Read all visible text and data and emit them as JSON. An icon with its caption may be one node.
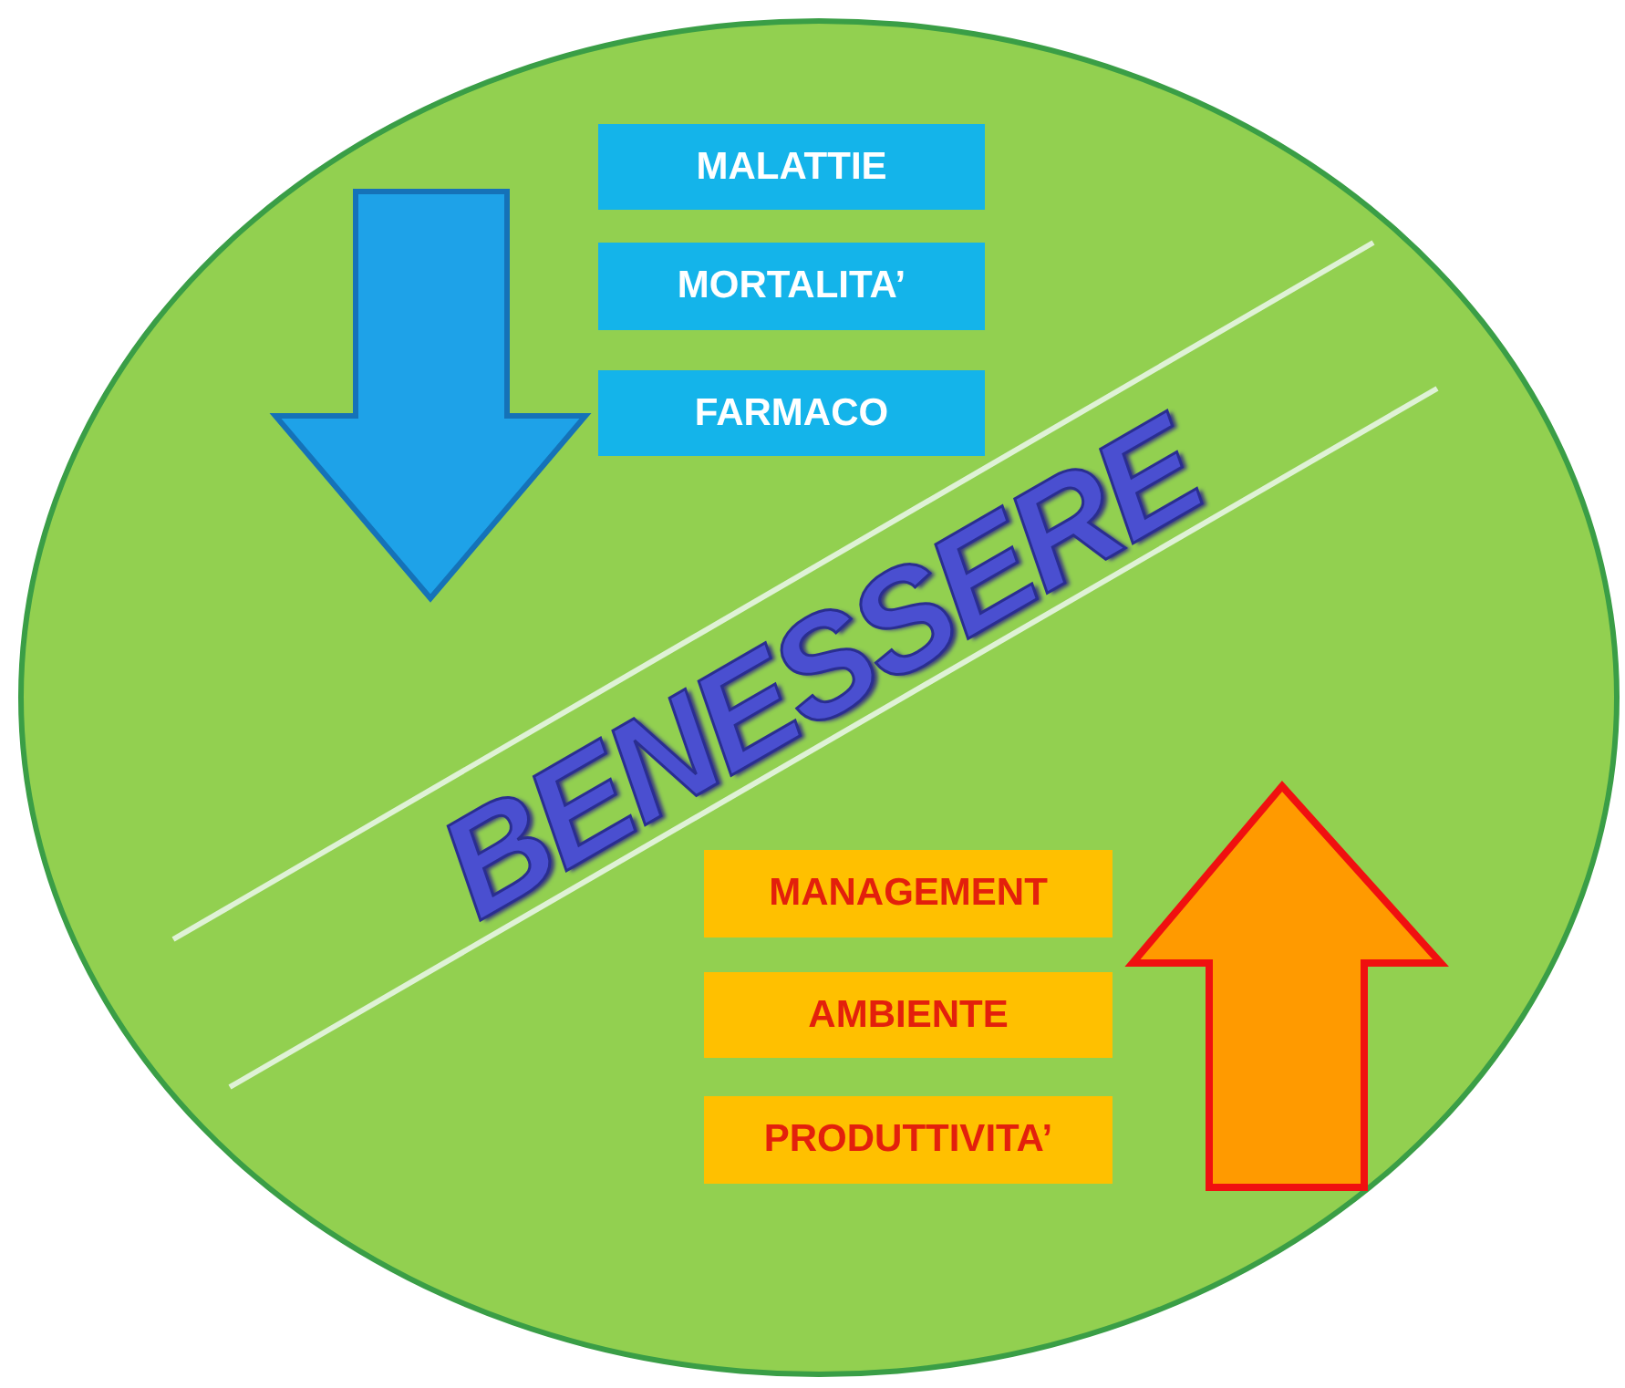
{
  "diagram": {
    "nodes": [
      {
        "text": [
          "BENESSERE"
        ]
      },
      {
        "text": [
          "MALATTIE"
        ],
        "in": 0
      },
      {
        "text": [
          "MORTALITA’"
        ],
        "in": 0
      },
      {
        "text": [
          "FARMACO"
        ],
        "in": 0
      },
      {
        "text": [
          "MANAGEMENT"
        ],
        "in": 0
      },
      {
        "text": [
          "AMBIENTE"
        ],
        "in": 0
      },
      {
        "text": [
          "PRODUTTIVITA’"
        ],
        "in": 0
      }
    ],
    "edges": []
  }
}
